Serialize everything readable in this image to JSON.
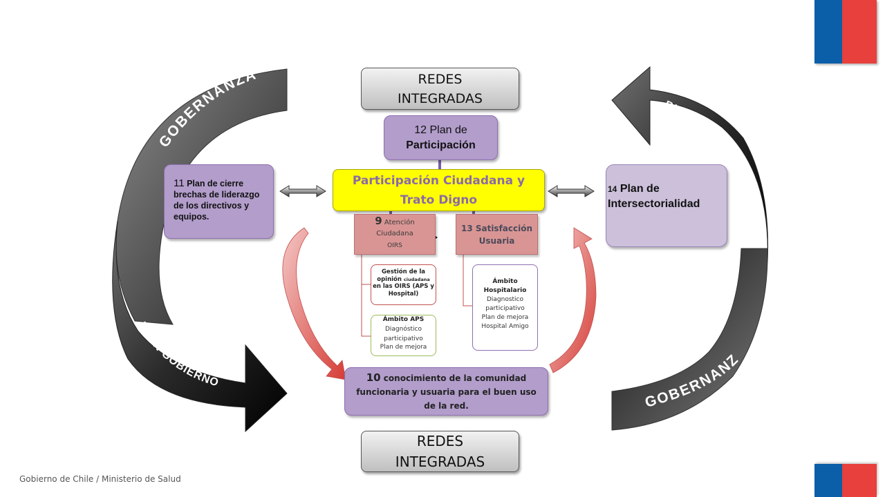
{
  "colors": {
    "flag_blue": "#0b5ea8",
    "flag_red": "#e8403c",
    "purple_box": "#b29dcb",
    "lilac_box": "#ccc0da",
    "yellow_box": "#ffff00",
    "rose_box": "#d99594",
    "red_arrow": "#d9534f"
  },
  "top_box": {
    "line1": "REDES",
    "line2": "INTEGRADAS"
  },
  "bottom_box": {
    "line1": "REDES",
    "line2": "INTEGRADAS"
  },
  "arcs": {
    "top_left": "GOBERNANZA",
    "bottom_left": "BUEN GOBIERNO",
    "top_right": "BUEN GOBIERNO",
    "bottom_right": "GOBERNANZA"
  },
  "plan12": {
    "line1": "12 Plan de",
    "line2": "Participación"
  },
  "central": {
    "line1": "Participación Ciudadana y",
    "line2": "Trato Digno"
  },
  "plan11": {
    "number": "11",
    "text": "Plan de cierre brechas de liderazgo de los directivos y equipos."
  },
  "plan14": {
    "number": "14",
    "text": "Plan de Intersectorialidad"
  },
  "item9": {
    "number": "9",
    "line1": "Atención",
    "line2": "Ciudadana",
    "line3": "OIRS"
  },
  "item13": {
    "line1": "13 Satisfacción",
    "line2": "Usuaria"
  },
  "sub9a": {
    "line1": "Gestión de la",
    "line2a": "opinión",
    "line2b": "ciudadana",
    "line3": "en las OIRS (APS y",
    "line4": "Hospital)"
  },
  "sub9b": {
    "title": "Ámbito APS",
    "line1": "Diagnóstico",
    "line2": "participativo",
    "line3": "Plan de mejora"
  },
  "sub13": {
    "title1": "Ámbito",
    "title2": "Hospitalario",
    "line1": "Diagnostico",
    "line2": "participativo",
    "line3": "Plan de mejora",
    "line4": "Hospital Amigo"
  },
  "item10": {
    "number": "10",
    "text1": "conocimiento de la comunidad",
    "line2": "funcionaria y usuaria para el buen uso",
    "line3": "de la red."
  },
  "footer": {
    "text": "Gobierno de Chile / Ministerio de Salud"
  },
  "icons": {
    "double_arrow": "double-arrow-icon",
    "flag": "chile-flag-icon"
  }
}
